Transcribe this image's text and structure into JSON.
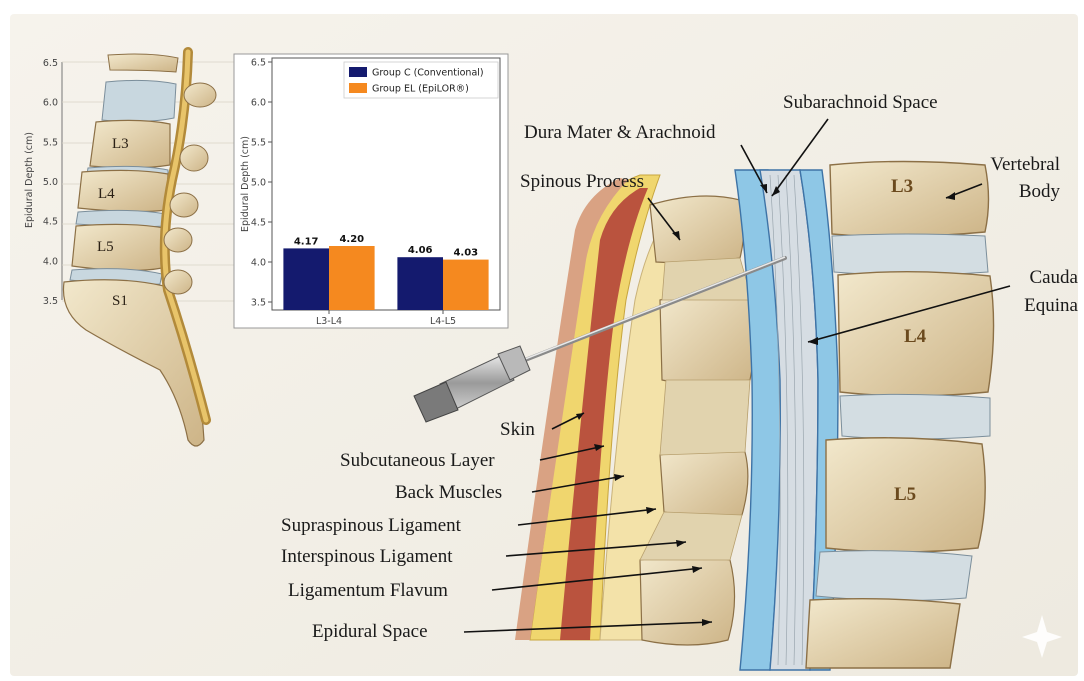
{
  "left_spine": {
    "labels": [
      "L3",
      "L4",
      "L5",
      "S1"
    ],
    "axis": {
      "label": "Epidural Depth (cm)",
      "ticks": [
        "6.5",
        "6.0",
        "5.5",
        "5.0",
        "4.5",
        "4.0",
        "3.5"
      ]
    }
  },
  "chart_data": {
    "type": "bar",
    "categories": [
      "L3-L4",
      "L4-L5"
    ],
    "series": [
      {
        "name": "Group C (Conventional)",
        "values": [
          4.17,
          4.06
        ],
        "color": "#141a6e"
      },
      {
        "name": "Group EL (EpiLOR®)",
        "values": [
          4.2,
          4.03
        ],
        "color": "#f5891f"
      }
    ],
    "data_labels": [
      [
        "4.17",
        "4.06"
      ],
      [
        "4.20",
        "4.03"
      ]
    ],
    "ylabel": "Epidural Depth (cm)",
    "yticks": [
      "6.5",
      "6.0",
      "5.5",
      "5.0",
      "4.5",
      "4.0",
      "3.5"
    ],
    "ylim": [
      3.4,
      6.55
    ],
    "legend_position": "top-right",
    "grid": false
  },
  "anatomy": {
    "vertebra_labels": [
      "L3",
      "L4",
      "L5"
    ],
    "labels": {
      "subarachnoid": "Subarachnoid Space",
      "dura": "Dura Mater & Arachnoid",
      "spinous": "Spinous Process",
      "vertebral_body": [
        "Vertebral",
        "Body"
      ],
      "cauda": [
        "Cauda",
        "Equina"
      ],
      "skin": "Skin",
      "subcutaneous": "Subcutaneous Layer",
      "back_muscles": "Back Muscles",
      "supraspinous": "Supraspinous Ligament",
      "interspinous": "Interspinous Ligament",
      "flavum": "Ligamentum Flavum",
      "epidural": "Epidural Space"
    }
  },
  "colors": {
    "bone": "#e9dcb8",
    "bone_dark": "#b99c68",
    "disc": "#c9d6de",
    "csf": "#8ec7e6",
    "dura": "#4d7fb0",
    "skin": "#d6a080",
    "fat": "#efd36a",
    "muscle": "#b5483a",
    "ligament": "#d8c7a3"
  }
}
